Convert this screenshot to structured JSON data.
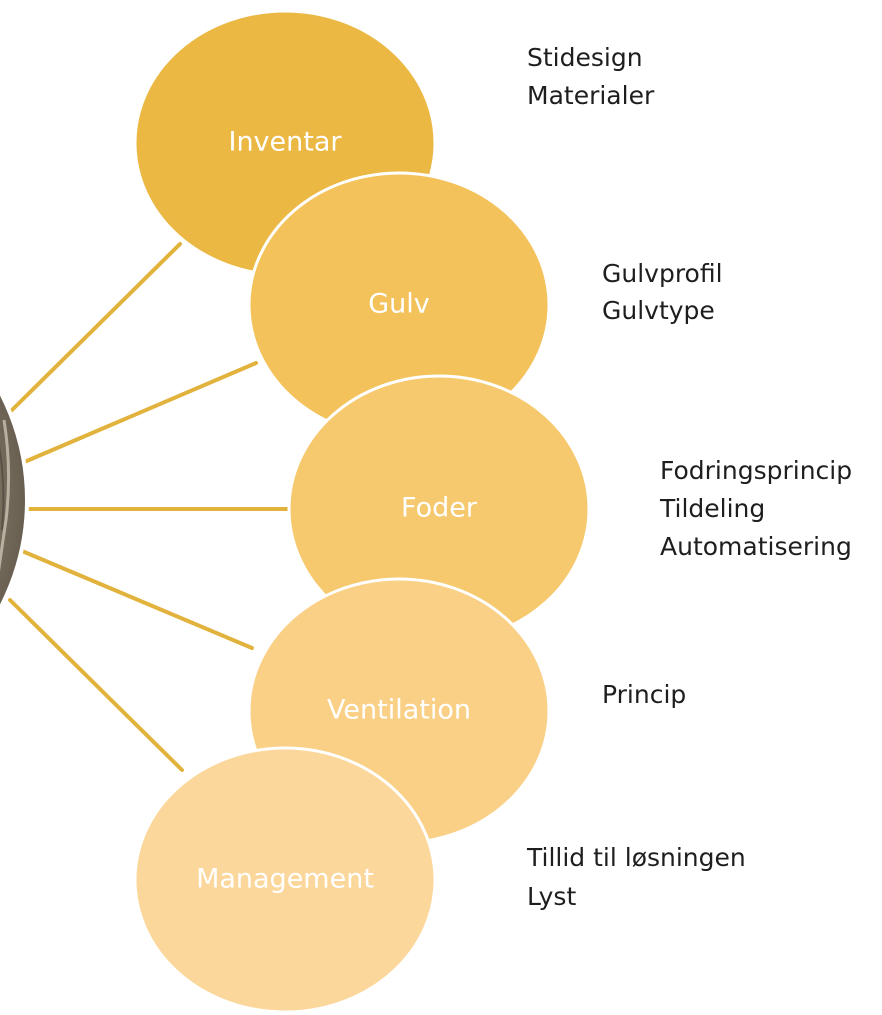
{
  "diagram": {
    "colors": {
      "connector": "#e2b33c",
      "hub_edge": "#ffffff",
      "hub_fill_outer": "#5c5346",
      "hub_fill_inner": "#b5ab97",
      "text": "#1e1e1e",
      "bubble_text": "#ffffff"
    },
    "items": [
      {
        "label": "Inventar",
        "color": "#ebb843",
        "details": [
          "Stidesign",
          "Materialer"
        ]
      },
      {
        "label": "Gulv",
        "color": "#f3c25a",
        "details": [
          "Gulvprofil",
          "Gulvtype"
        ]
      },
      {
        "label": "Foder",
        "color": "#f6c96f",
        "details": [
          "Fodringsprincip",
          "Tildeling",
          "Automatisering"
        ]
      },
      {
        "label": "Ventilation",
        "color": "#f9d086",
        "details": [
          "Princip"
        ]
      },
      {
        "label": "Management",
        "color": "#fcd79b",
        "details": [
          "Tillid til løsningen",
          "Lyst"
        ]
      }
    ]
  }
}
